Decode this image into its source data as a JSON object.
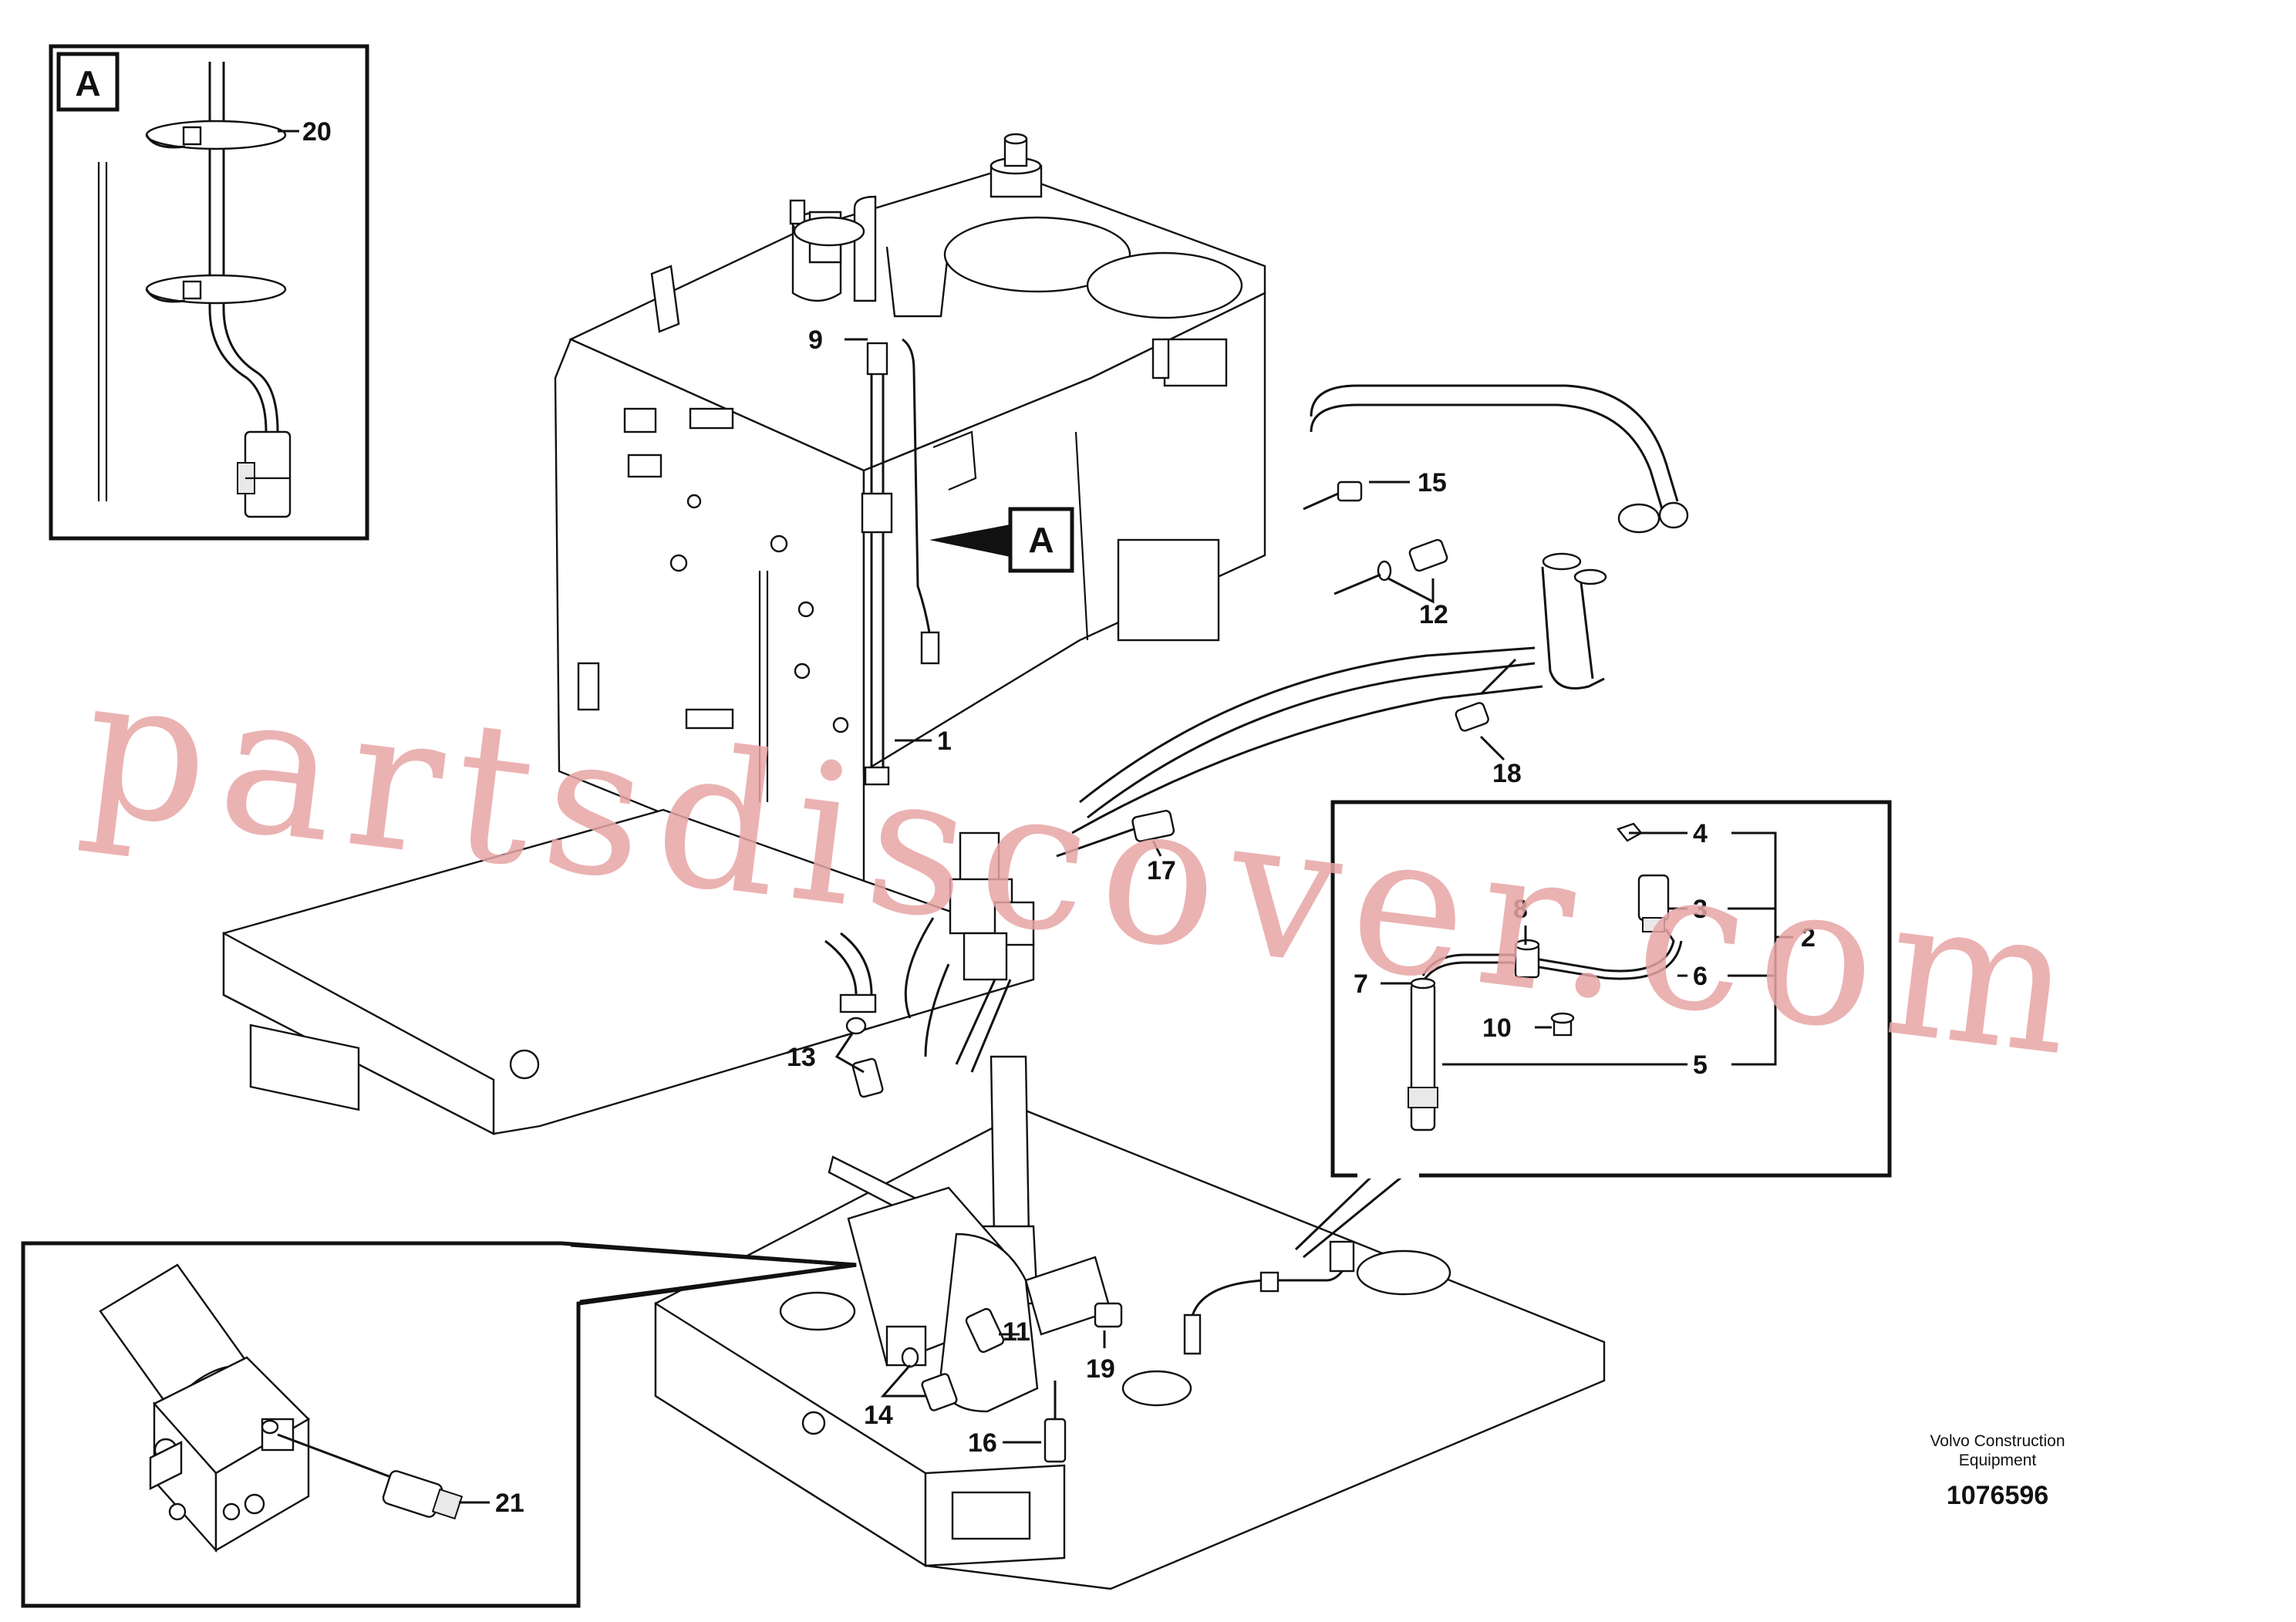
{
  "detail_views": {
    "a_label": "A",
    "a_callout": "A"
  },
  "callouts": {
    "n1": "1",
    "n2": "2",
    "n3": "3",
    "n4": "4",
    "n5": "5",
    "n6": "6",
    "n7": "7",
    "n8": "8",
    "n9": "9",
    "n10": "10",
    "n11": "11",
    "n12": "12",
    "n13": "13",
    "n14": "14",
    "n15": "15",
    "n16": "16",
    "n17": "17",
    "n18": "18",
    "n19": "19",
    "n20": "20",
    "n21": "21"
  },
  "footer": {
    "maker_line1": "Volvo Construction",
    "maker_line2": "Equipment",
    "drawing_number": "1076596"
  },
  "watermark": "partsdiscover.com",
  "colors": {
    "line": "#111111",
    "watermark": "#e8a5a5"
  }
}
